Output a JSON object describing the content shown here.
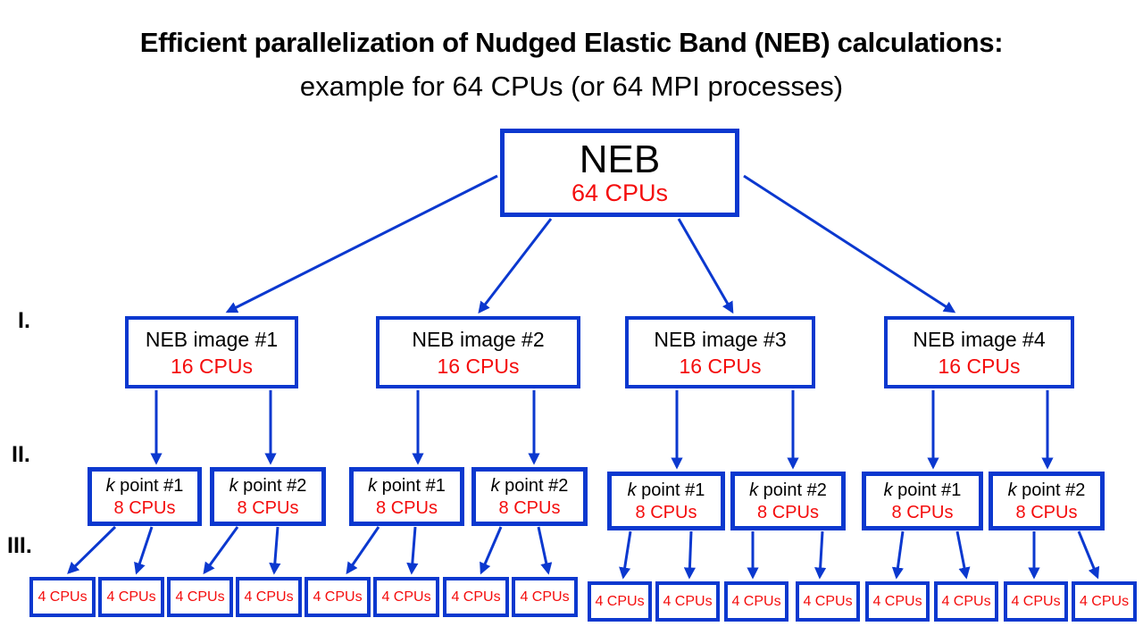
{
  "slide_title": {
    "line1": "Efficient parallelization of Nudged Elastic Band (NEB) calculations:",
    "line2": "example for 64 CPUs (or 64 MPI processes)"
  },
  "level_labels": [
    "I.",
    "II.",
    "III."
  ],
  "colors": {
    "box_border_blue": "#0B38CF",
    "arrow_blue": "#0B38CF",
    "cpu_red": "#F40D0D",
    "text_black": "#000000",
    "background": "#FFFFFF"
  },
  "tree": {
    "root": {
      "label": "NEB",
      "cpus": "64 CPUs"
    },
    "images": [
      {
        "label": "NEB image #1",
        "cpus": "16 CPUs",
        "kpoints": [
          {
            "label": "k point #1",
            "cpus": "8 CPUs",
            "workers": [
              "4 CPUs",
              "4 CPUs"
            ]
          },
          {
            "label": "k point #2",
            "cpus": "8 CPUs",
            "workers": [
              "4 CPUs",
              "4 CPUs"
            ]
          }
        ]
      },
      {
        "label": "NEB image #2",
        "cpus": "16 CPUs",
        "kpoints": [
          {
            "label": "k point #1",
            "cpus": "8 CPUs",
            "workers": [
              "4 CPUs",
              "4 CPUs"
            ]
          },
          {
            "label": "k point #2",
            "cpus": "8 CPUs",
            "workers": [
              "4 CPUs",
              "4 CPUs"
            ]
          }
        ]
      },
      {
        "label": "NEB image #3",
        "cpus": "16 CPUs",
        "kpoints": [
          {
            "label": "k point #1",
            "cpus": "8 CPUs",
            "workers": [
              "4 CPUs",
              "4 CPUs"
            ]
          },
          {
            "label": "k point #2",
            "cpus": "8 CPUs",
            "workers": [
              "4 CPUs",
              "4 CPUs"
            ]
          }
        ]
      },
      {
        "label": "NEB image #4",
        "cpus": "16 CPUs",
        "kpoints": [
          {
            "label": "k point #1",
            "cpus": "8 CPUs",
            "workers": [
              "4 CPUs",
              "4 CPUs"
            ]
          },
          {
            "label": "k point #2",
            "cpus": "8 CPUs",
            "workers": [
              "4 CPUs",
              "4 CPUs"
            ]
          }
        ]
      }
    ]
  }
}
